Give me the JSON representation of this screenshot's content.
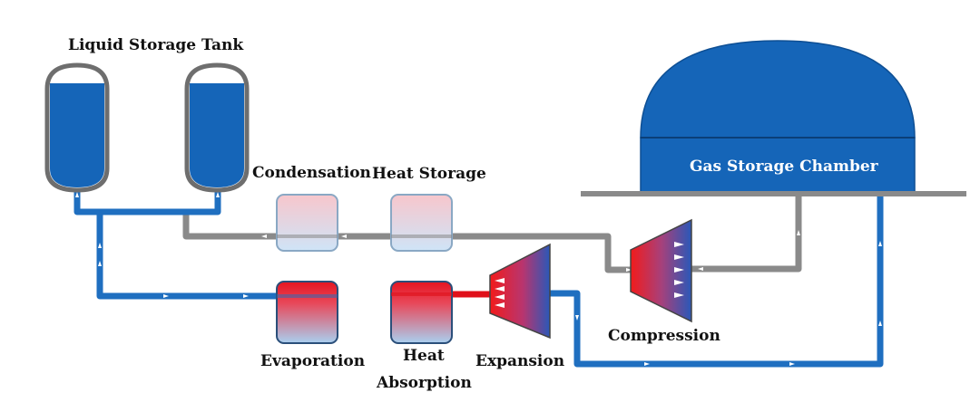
{
  "labels": {
    "liquid_storage_tank": "Liquid Storage Tank",
    "gas_storage_chamber": "Gas Storage Chamber",
    "condensation": "Condensation",
    "heat_storage": "Heat Storage",
    "evaporation": "Evaporation",
    "heat_absorption_line1": "Heat",
    "heat_absorption_line2": "Absorption",
    "expansion": "Expansion",
    "compression": "Compression"
  },
  "colors": {
    "pipe_blue": "#1f6fc0",
    "pipe_gray": "#8a8a8a",
    "hot_red": "#e0101a",
    "tank_blue": "#1565b8",
    "frame_gray": "#6e6e6e"
  }
}
